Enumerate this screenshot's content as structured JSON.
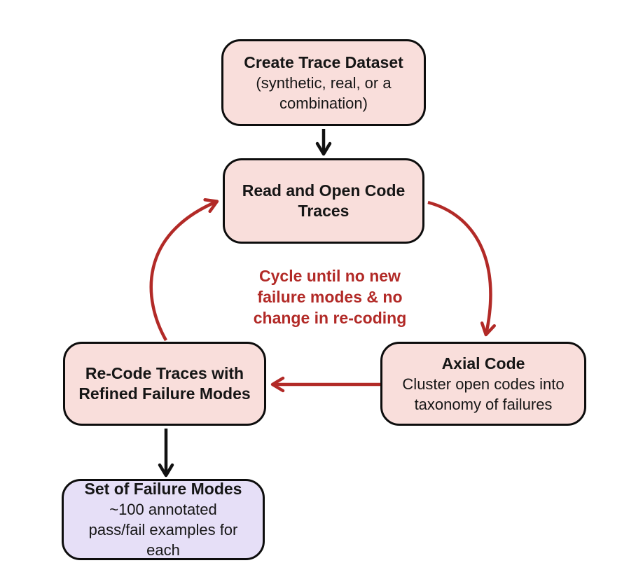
{
  "diagram": {
    "title": "Failure-mode coding cycle flowchart",
    "colors": {
      "background": "#ffffff",
      "box_fill_pink": "#f9dedb",
      "box_fill_purple": "#e6dff7",
      "box_border": "#0d0d0d",
      "text": "#161616",
      "arrow_black": "#111111",
      "arrow_red": "#b22a27",
      "cycle_label_red": "#b22a27"
    },
    "nodes": [
      {
        "id": "create-trace-dataset",
        "title": "Create Trace Dataset",
        "body": "(synthetic, real, or a combination)",
        "fill": "pink"
      },
      {
        "id": "read-and-open-code-traces",
        "title": "Read and Open Code Traces",
        "body": "",
        "fill": "pink"
      },
      {
        "id": "axial-code",
        "title": "Axial Code",
        "body": "Cluster open codes into taxonomy of failures",
        "fill": "pink"
      },
      {
        "id": "re-code-traces",
        "title": "Re-Code Traces with Refined Failure Modes",
        "body": "",
        "fill": "pink"
      },
      {
        "id": "set-of-failure-modes",
        "title": "Set of Failure Modes",
        "body": "~100 annotated pass/fail examples for each",
        "fill": "purple"
      }
    ],
    "cycle_label": "Cycle until no new failure modes & no change in re-coding",
    "edges": [
      {
        "from": "create-trace-dataset",
        "to": "read-and-open-code-traces",
        "color": "black",
        "style": "straight-down"
      },
      {
        "from": "read-and-open-code-traces",
        "to": "axial-code",
        "color": "red",
        "style": "curved-right"
      },
      {
        "from": "axial-code",
        "to": "re-code-traces",
        "color": "red",
        "style": "straight-left"
      },
      {
        "from": "re-code-traces",
        "to": "read-and-open-code-traces",
        "color": "red",
        "style": "curved-left"
      },
      {
        "from": "re-code-traces",
        "to": "set-of-failure-modes",
        "color": "black",
        "style": "straight-down"
      }
    ]
  }
}
